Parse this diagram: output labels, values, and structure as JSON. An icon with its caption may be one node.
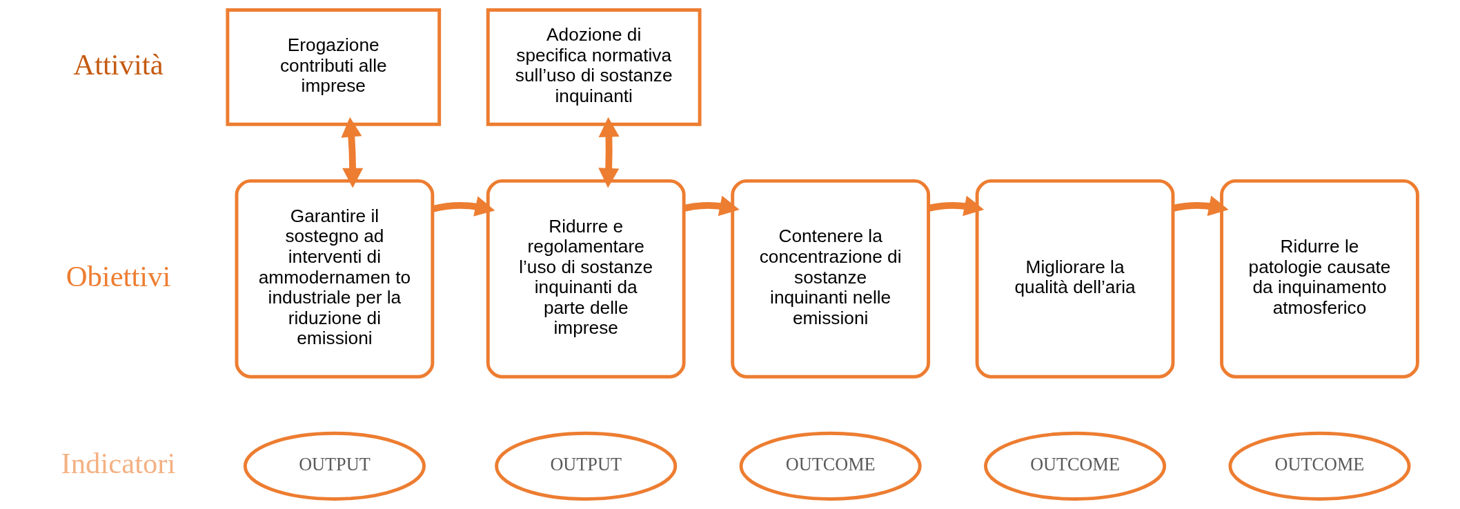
{
  "diagram": {
    "nodes": [
      {
        "text": [
          "Erogazione contributi alle imprese"
        ]
      },
      {
        "text": [
          "Adozione di specifica normativa sull’uso di sostanze inquinanti"
        ]
      },
      {
        "text": [
          "Garantire il sostegno ad interventi di ammodernamen to industriale per la riduzione di emissioni"
        ]
      },
      {
        "text": [
          "Ridurre e regolamentare l’uso di sostanze inquinanti da parte delle imprese"
        ]
      },
      {
        "text": [
          "Contenere la concentrazione di sostanze inquinanti nelle emissioni"
        ]
      },
      {
        "text": [
          "Migliorare la qualità dell’aria"
        ]
      },
      {
        "text": [
          "Ridurre le patologie causate da inquinamento atmosferico"
        ]
      },
      {
        "text": [
          "OUTPUT"
        ]
      },
      {
        "text": [
          "OUTPUT"
        ]
      },
      {
        "text": [
          "OUTCOME"
        ]
      },
      {
        "text": [
          "OUTCOME"
        ]
      },
      {
        "text": [
          "OUTCOME"
        ]
      }
    ],
    "edges": [
      {
        "from": 0,
        "to": 2,
        "arrow": "both"
      },
      {
        "from": 1,
        "to": 3,
        "arrow": "both"
      },
      {
        "from": 2,
        "to": 3,
        "arrow": "to"
      },
      {
        "from": 3,
        "to": 4,
        "arrow": "to"
      },
      {
        "from": 4,
        "to": 5,
        "arrow": "to"
      },
      {
        "from": 5,
        "to": 6,
        "arrow": "to"
      }
    ],
    "labels": [
      "Attività",
      "Obiettivi",
      "Indicatori"
    ]
  }
}
